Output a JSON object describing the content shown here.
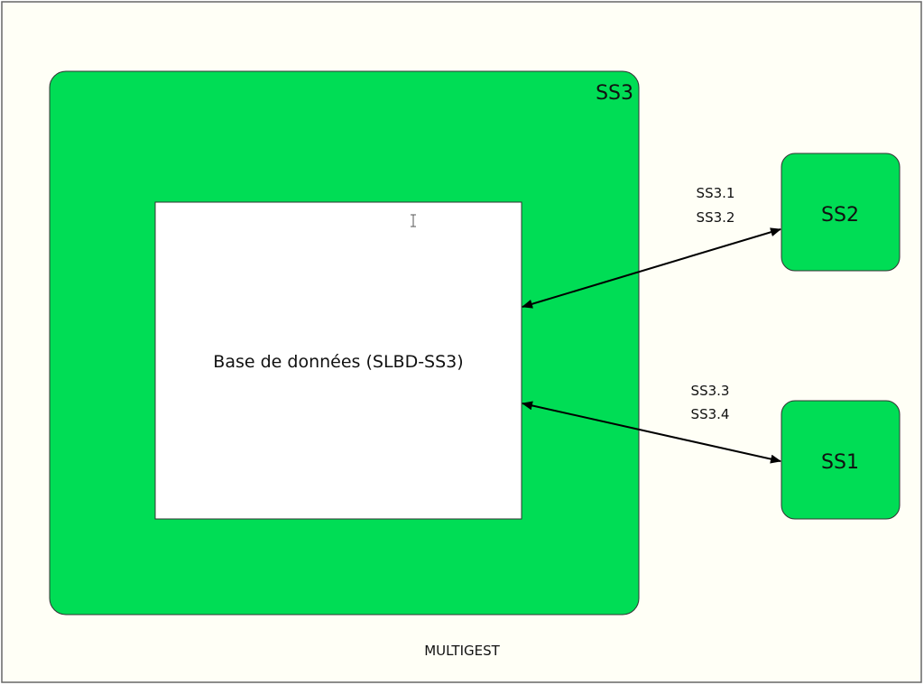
{
  "diagram": {
    "caption": "MULTIGEST",
    "container": {
      "label": "SS3"
    },
    "database": {
      "label": "Base de données (SLBD-SS3)"
    },
    "nodes": [
      {
        "id": "ss2",
        "label": "SS2"
      },
      {
        "id": "ss1",
        "label": "SS1"
      }
    ],
    "edges": [
      {
        "from": "database",
        "to": "ss2",
        "direction": "bidirectional",
        "labels": [
          "SS3.1",
          "SS3.2"
        ]
      },
      {
        "from": "database",
        "to": "ss1",
        "direction": "bidirectional",
        "labels": [
          "SS3.3",
          "SS3.4"
        ]
      }
    ],
    "colors": {
      "background": "#fffff6",
      "node_fill": "#00dd55",
      "database_fill": "#ffffff",
      "stroke": "#000000"
    }
  }
}
